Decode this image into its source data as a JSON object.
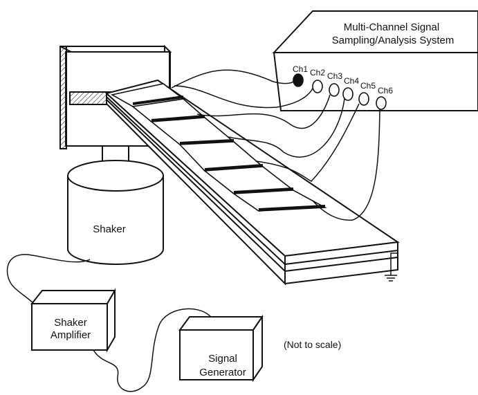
{
  "diagram": {
    "system_label_line1": "Multi-Channel Signal",
    "system_label_line2": "Sampling/Analysis System",
    "channels": [
      "Ch1",
      "Ch2",
      "Ch3",
      "Ch4",
      "Ch5",
      "Ch6"
    ],
    "shaker_label": "Shaker",
    "amplifier_label_line1": "Shaker",
    "amplifier_label_line2": "Amplifier",
    "generator_label_line1": "Signal",
    "generator_label_line2": "Generator",
    "scale_note": "(Not to scale)",
    "colors": {
      "ink": "#111111",
      "paper": "#ffffff",
      "hatch": "#555555"
    }
  }
}
